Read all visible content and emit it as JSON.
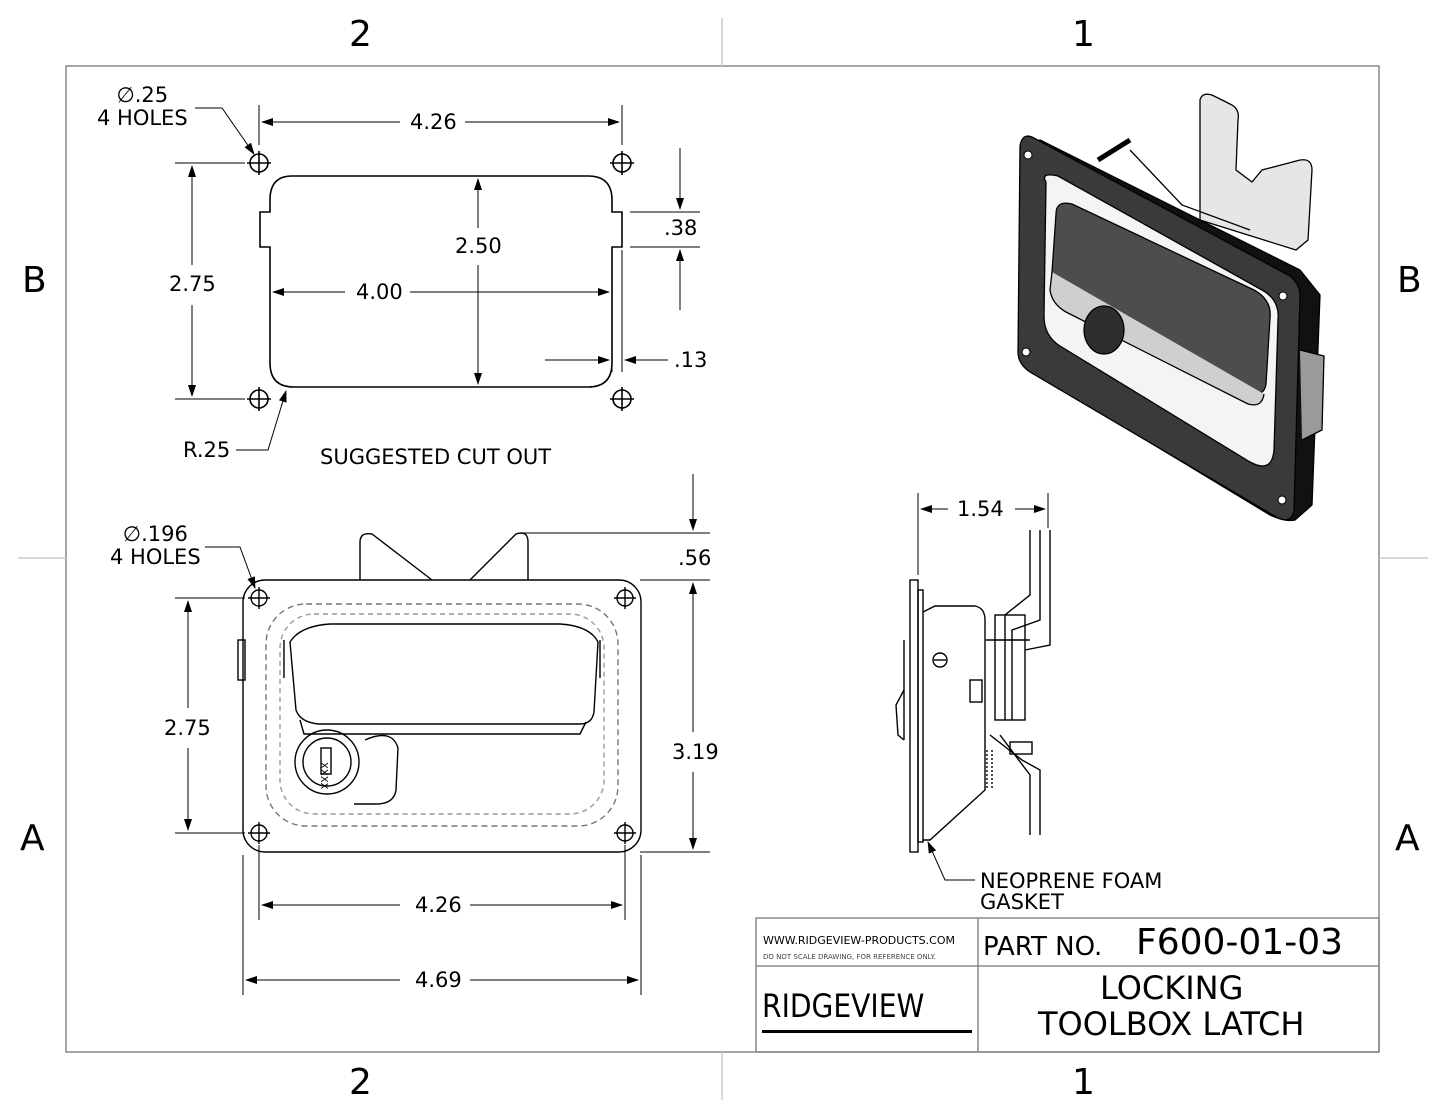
{
  "zones": {
    "top_left": "2",
    "top_right": "1",
    "bottom_left": "2",
    "bottom_right": "1",
    "row_upper_left": "B",
    "row_upper_right": "B",
    "row_lower_left": "A",
    "row_lower_right": "A"
  },
  "cutout_view": {
    "hole_callout_line1": "∅.25",
    "hole_callout_line2": "4 HOLES",
    "dim_hole_spacing_width": "4.26",
    "dim_hole_spacing_height": "2.75",
    "dim_cutout_height": "2.50",
    "dim_cutout_width": "4.00",
    "dim_notch_offset": ".38",
    "dim_edge_offset": ".13",
    "radius_callout": "R.25",
    "title": "SUGGESTED CUT OUT"
  },
  "front_view": {
    "hole_callout_line1": "∅.196",
    "hole_callout_line2": "4 HOLES",
    "dim_tab_height": ".56",
    "dim_hole_spacing_height": "2.75",
    "dim_overall_height": "3.19",
    "dim_hole_spacing_width": "4.26",
    "dim_overall_width": "4.69",
    "lock_marking": "XXXX"
  },
  "side_view": {
    "dim_depth": "1.54",
    "gasket_callout_line1": "NEOPRENE FOAM",
    "gasket_callout_line2": "GASKET"
  },
  "title_block": {
    "website": "WWW.RIDGEVIEW-PRODUCTS.COM",
    "disclaimer": "DO NOT SCALE DRAWING, FOR REFERENCE ONLY.",
    "part_no_label": "PART NO.",
    "part_no": "F600-01-03",
    "brand": "RIDGEVIEW",
    "description_line1": "LOCKING",
    "description_line2": "TOOLBOX LATCH"
  }
}
